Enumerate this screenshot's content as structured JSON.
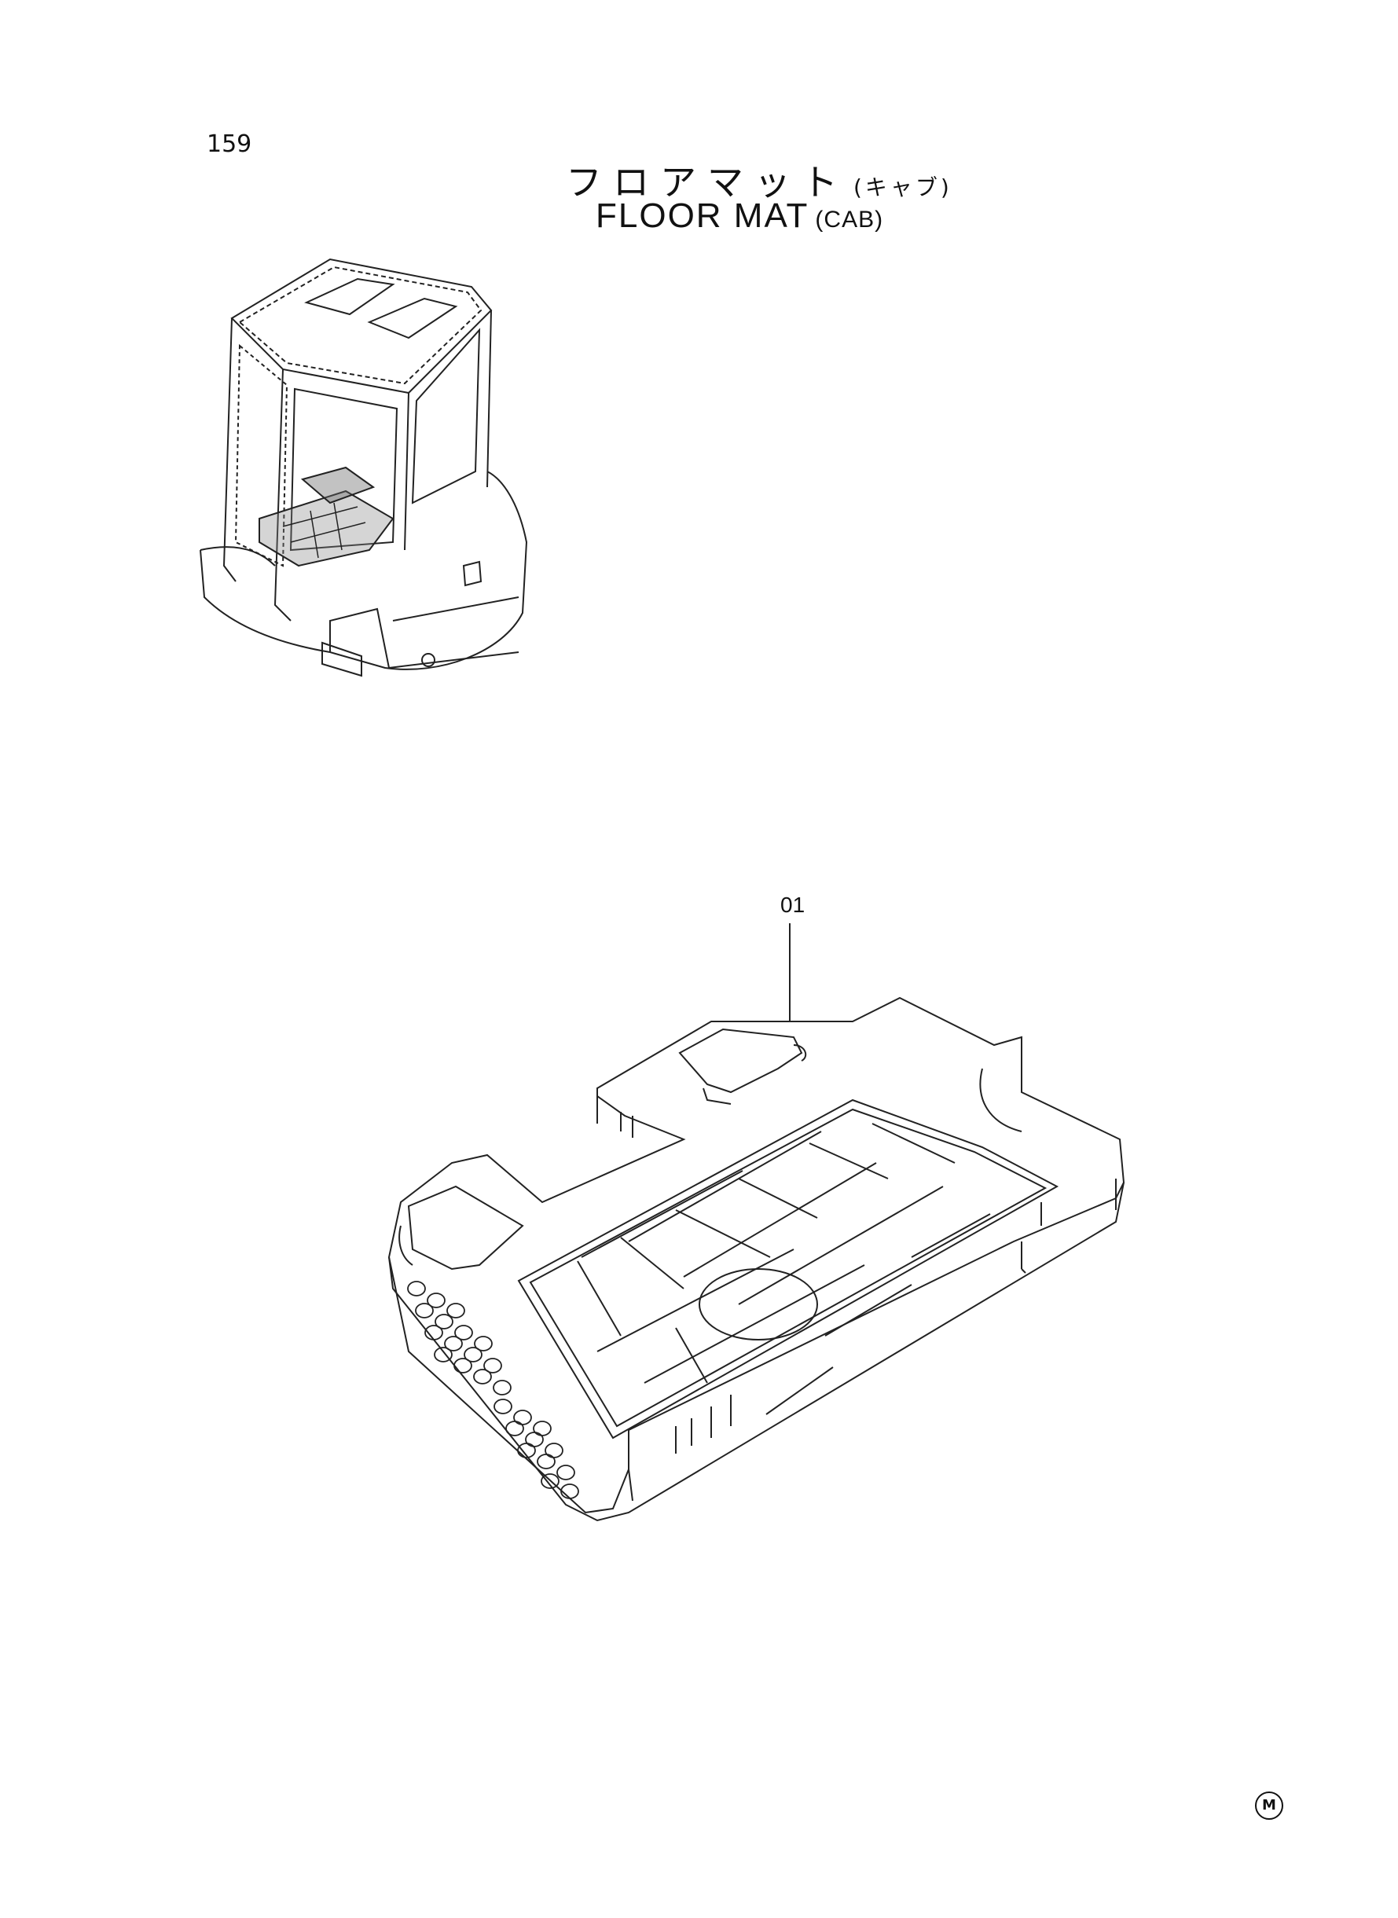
{
  "page": {
    "number": "159"
  },
  "title": {
    "japanese": "フロアマット",
    "japanese_sub": "(キャブ)",
    "english": "FLOOR MAT",
    "english_sub": "(CAB)"
  },
  "parts": [
    {
      "callout": "01"
    }
  ],
  "mark": "M"
}
